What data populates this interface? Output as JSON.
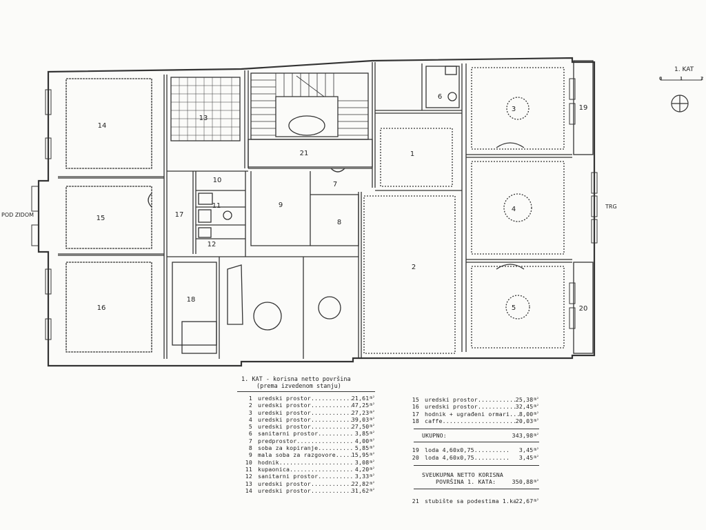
{
  "rooms": [
    {
      "num": "1"
    },
    {
      "num": "2"
    },
    {
      "num": "3"
    },
    {
      "num": "4"
    },
    {
      "num": "5"
    },
    {
      "num": "6"
    },
    {
      "num": "7"
    },
    {
      "num": "8"
    },
    {
      "num": "9"
    },
    {
      "num": "10"
    },
    {
      "num": "11"
    },
    {
      "num": "12"
    },
    {
      "num": "13"
    },
    {
      "num": "14"
    },
    {
      "num": "15"
    },
    {
      "num": "16"
    },
    {
      "num": "17"
    },
    {
      "num": "18"
    },
    {
      "num": "19"
    },
    {
      "num": "20"
    },
    {
      "num": "21"
    }
  ],
  "labels": {
    "pod_zidom": "POD ZIDOM",
    "trg": "TRG",
    "scale_title": "1. KAT",
    "scale_0": "0",
    "scale_1": "1",
    "scale_2": "2"
  },
  "legend": {
    "title_line1": "1. KAT - korisna netto površina",
    "title_line2": "(prema izvedenom stanju)",
    "unit": "m²",
    "left_items": [
      {
        "num": "1",
        "name": "uredski prostor............",
        "value": "21,61"
      },
      {
        "num": "2",
        "name": "uredski prostor............",
        "value": "47,25"
      },
      {
        "num": "3",
        "name": "uredski prostor............",
        "value": "27,23"
      },
      {
        "num": "4",
        "name": "uredski prostor............",
        "value": "39,03"
      },
      {
        "num": "5",
        "name": "uredski prostor............",
        "value": "27,50"
      },
      {
        "num": "6",
        "name": "sanitarni prostor..........",
        "value": "3,85"
      },
      {
        "num": "7",
        "name": "predprostor................",
        "value": "4,00"
      },
      {
        "num": "8",
        "name": "soba za kopiranje..........",
        "value": "5,85"
      },
      {
        "num": "9",
        "name": "mala soba za razgovore.....",
        "value": "15,95"
      },
      {
        "num": "10",
        "name": "hodnik.....................",
        "value": "3,08"
      },
      {
        "num": "11",
        "name": "kupaonica..................",
        "value": "4,20"
      },
      {
        "num": "12",
        "name": "sanitarni prostor..........",
        "value": "3,33"
      },
      {
        "num": "13",
        "name": "uredski prostor............",
        "value": "22,82"
      },
      {
        "num": "14",
        "name": "uredski prostor............",
        "value": "31,62"
      }
    ],
    "right_items": [
      {
        "num": "15",
        "name": "uredski prostor............",
        "value": "25,38"
      },
      {
        "num": "16",
        "name": "uredski prostor............",
        "value": "32,45"
      },
      {
        "num": "17",
        "name": "hodnik + ugrađeni ormari...",
        "value": "8,00"
      },
      {
        "num": "18",
        "name": "caffe......................",
        "value": "20,03"
      }
    ],
    "ukupno_label": "UKUPNO:",
    "ukupno_value": "343,98",
    "loda_items": [
      {
        "num": "19",
        "name": "loda 4,60x0,75..........",
        "value": "3,45"
      },
      {
        "num": "20",
        "name": "loda 4,60x0,75..........",
        "value": "3,45"
      }
    ],
    "sveukupna_line1": "SVEUKUPNA NETTO KORISNA",
    "sveukupna_line2": "POVRŠINA 1. KATA:",
    "sveukupna_value": "350,88",
    "stubiste_num": "21",
    "stubiste_text": "stubište sa podestima 1.kat..",
    "stubiste_value": "22,67"
  }
}
